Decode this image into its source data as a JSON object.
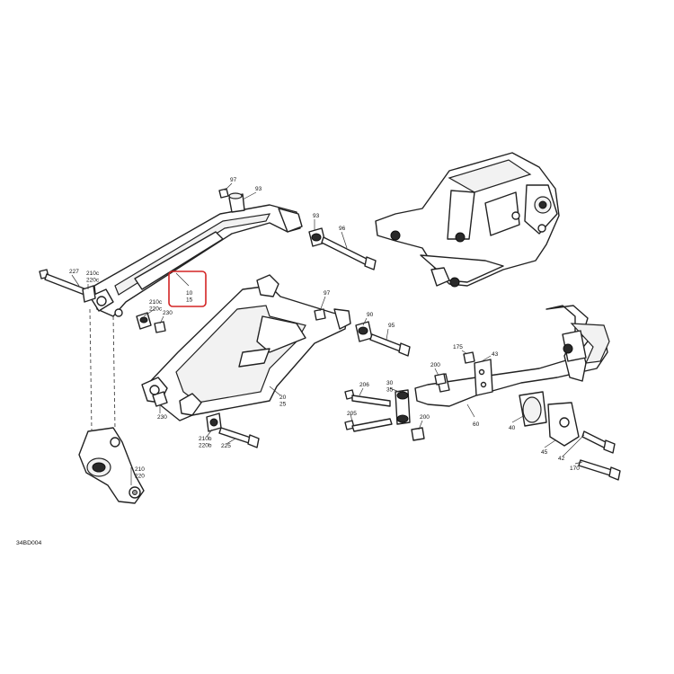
{
  "diagram_code": "34BD004",
  "highlight_lines": [
    "10",
    "15"
  ],
  "accent_color": "#d32424",
  "callouts": [
    {
      "id": "c97a",
      "lines": [
        "97"
      ]
    },
    {
      "id": "c93a",
      "lines": [
        "93"
      ]
    },
    {
      "id": "c93b",
      "lines": [
        "93"
      ]
    },
    {
      "id": "c96",
      "lines": [
        "96"
      ]
    },
    {
      "id": "c227",
      "lines": [
        "227"
      ]
    },
    {
      "id": "c210c_top",
      "lines": [
        "210c",
        "220c"
      ]
    },
    {
      "id": "c210c_mid",
      "lines": [
        "210c",
        "220c"
      ]
    },
    {
      "id": "c230a",
      "lines": [
        "230"
      ]
    },
    {
      "id": "c97b",
      "lines": [
        "97"
      ]
    },
    {
      "id": "c90",
      "lines": [
        "90"
      ]
    },
    {
      "id": "c95",
      "lines": [
        "95"
      ]
    },
    {
      "id": "c20",
      "lines": [
        "20",
        "25"
      ]
    },
    {
      "id": "c230b",
      "lines": [
        "230"
      ]
    },
    {
      "id": "c210b",
      "lines": [
        "210b",
        "220b"
      ]
    },
    {
      "id": "c225",
      "lines": [
        "225"
      ]
    },
    {
      "id": "c210",
      "lines": [
        "210",
        "220"
      ]
    },
    {
      "id": "c175",
      "lines": [
        "175"
      ]
    },
    {
      "id": "c43",
      "lines": [
        "43"
      ]
    },
    {
      "id": "c200a",
      "lines": [
        "200"
      ]
    },
    {
      "id": "c206",
      "lines": [
        "206"
      ]
    },
    {
      "id": "c30",
      "lines": [
        "30",
        "35"
      ]
    },
    {
      "id": "c205",
      "lines": [
        "205"
      ]
    },
    {
      "id": "c200b",
      "lines": [
        "200"
      ]
    },
    {
      "id": "c60",
      "lines": [
        "60"
      ]
    },
    {
      "id": "c40",
      "lines": [
        "40"
      ]
    },
    {
      "id": "c45",
      "lines": [
        "45"
      ]
    },
    {
      "id": "c42",
      "lines": [
        "42"
      ]
    },
    {
      "id": "c170",
      "lines": [
        "170"
      ]
    }
  ]
}
